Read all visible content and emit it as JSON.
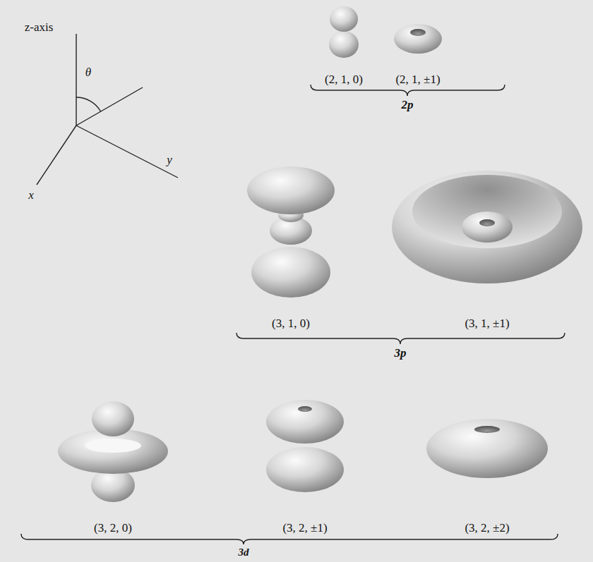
{
  "diagram": {
    "labels": [
      "z-axis",
      "θ",
      "x",
      "y",
      "(2, 1, 0)",
      "(2, 1, ±1)",
      "2p",
      "(3, 1, 0)",
      "(3, 1, ±1)",
      "3p",
      "(3, 2, 0)",
      "(3, 2, ±1)",
      "(3, 2, ±2)",
      "3d"
    ]
  }
}
